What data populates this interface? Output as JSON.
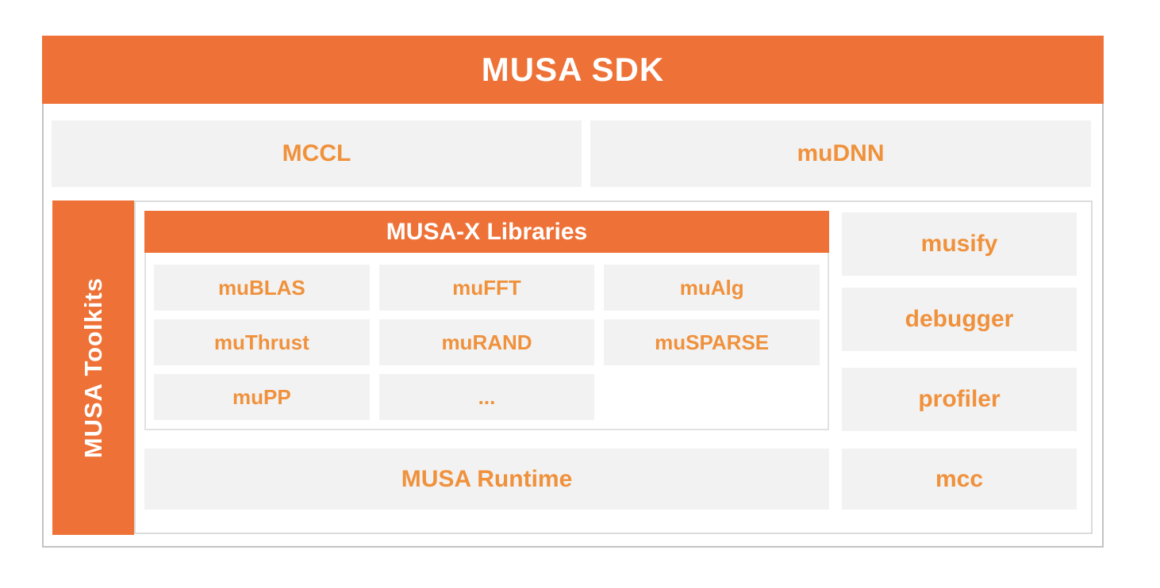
{
  "sdk": {
    "title": "MUSA SDK"
  },
  "top_row": {
    "mccl": "MCCL",
    "mudnn": "muDNN"
  },
  "toolkits": {
    "sidebar_label": "MUSA Toolkits"
  },
  "libraries": {
    "header": "MUSA-X Libraries",
    "items": [
      "muBLAS",
      "muFFT",
      "muAlg",
      "muThrust",
      "muRAND",
      "muSPARSE",
      "muPP",
      "..."
    ]
  },
  "tools": {
    "items": [
      "musify",
      "debugger",
      "profiler"
    ]
  },
  "runtime": {
    "label": "MUSA Runtime"
  },
  "compiler": {
    "label": "mcc"
  },
  "colors": {
    "accent_fill": "#EE7237",
    "accent_text": "#F0913C",
    "box_fill": "#F2F2F2",
    "outer_border": "#C3C3C3",
    "inner_border": "#DCDCDC",
    "title_text": "#FFFFFF"
  }
}
